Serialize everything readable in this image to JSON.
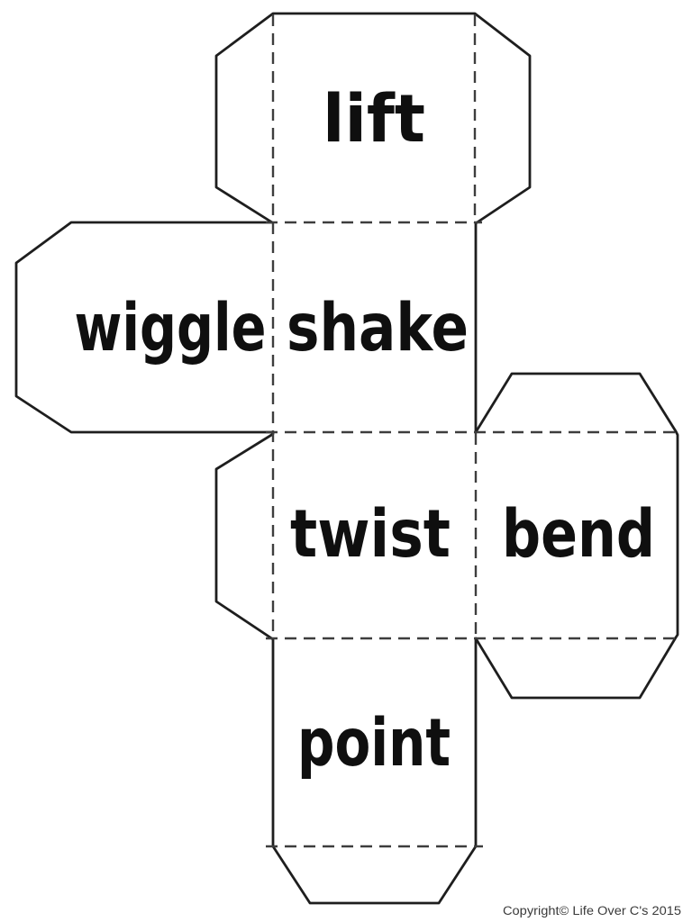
{
  "document": {
    "background_color": "#ffffff"
  },
  "net": {
    "faces": [
      {
        "id": "lift",
        "label": "lift"
      },
      {
        "id": "wiggle",
        "label": "wiggle"
      },
      {
        "id": "shake",
        "label": "shake"
      },
      {
        "id": "twist",
        "label": "twist"
      },
      {
        "id": "bend",
        "label": "bend"
      },
      {
        "id": "point",
        "label": "point"
      }
    ],
    "colors": {
      "cut_line": "#1e1e1e",
      "fold_line": "#3d3d3d",
      "label_text": "#0f0f0f"
    }
  },
  "footer": {
    "copyright": "Copyright© Life Over C's 2015",
    "color": "#3a3a3a"
  }
}
